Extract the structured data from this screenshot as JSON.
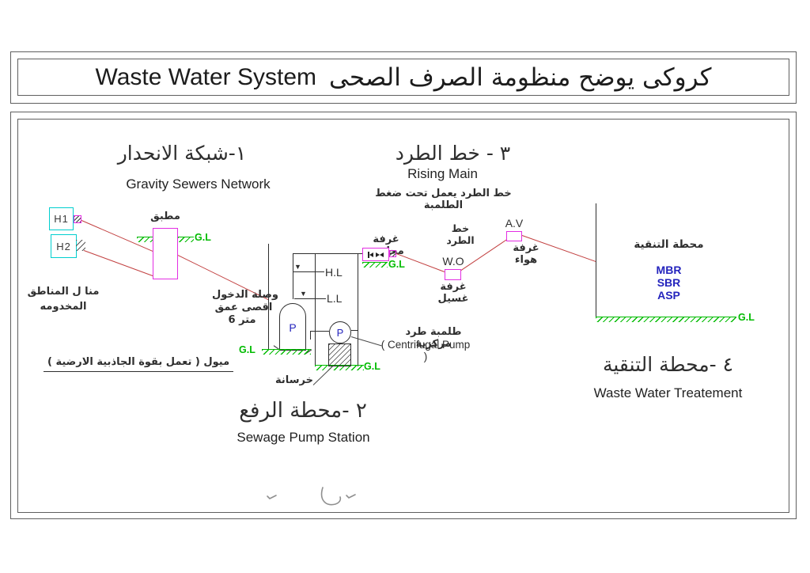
{
  "title": {
    "en": "Waste Water System",
    "ar": "كروكى يوضح منظومة الصرف الصحى"
  },
  "sections": {
    "gravity": {
      "heading_ar": "١-شبكة الانحدار",
      "heading_en": "Gravity Sewers Network"
    },
    "pump": {
      "heading_ar": "٢ -محطة الرفع",
      "heading_en": "Sewage Pump Station"
    },
    "rising": {
      "heading_ar": "٣ - خط الطرد",
      "heading_en": "Rising Main",
      "note_ar": "خط الطرد يعمل تحت ضغط الطلمبة"
    },
    "treatment": {
      "heading_ar": "٤ -محطة التنقية",
      "heading_en": "Waste Water Treatement",
      "plant_ar": "محطة التنقية",
      "tech": [
        "MBR",
        "SBR",
        "ASP"
      ]
    }
  },
  "labels": {
    "h1": "H1",
    "h2": "H2",
    "manhole": "مطبق",
    "gl": "G.L",
    "served_line1": "منا ل المناطق",
    "served_line2": "المخدومه",
    "inlet_line1": "وصلة الدخول",
    "inlet_line2": "اقصى عمق",
    "inlet_line3": "6 متر",
    "gravity_note": "ميول ( تعمل بقوة الجاذبية الارضية )",
    "high_level": "H.L",
    "low_level": "L.L",
    "pump_letter": "P",
    "valve_chamber": "غرفة محابس",
    "rising_line": "خط الطرد",
    "wo": "W.O",
    "wash_chamber": "غرفة غسيل",
    "av": "A.V",
    "air_chamber": "غرفة هواء",
    "centrifugal_ar": "طلمبة طرد مركزية",
    "centrifugal_en": "( Centrifugal Pump )",
    "concrete": "خرسانة"
  },
  "colors": {
    "line": "#2e2e2e",
    "red": "#c24040",
    "magenta": "#e32ee3",
    "cyan": "#00cfcf",
    "green": "#00bb00",
    "blue": "#2424bd"
  }
}
